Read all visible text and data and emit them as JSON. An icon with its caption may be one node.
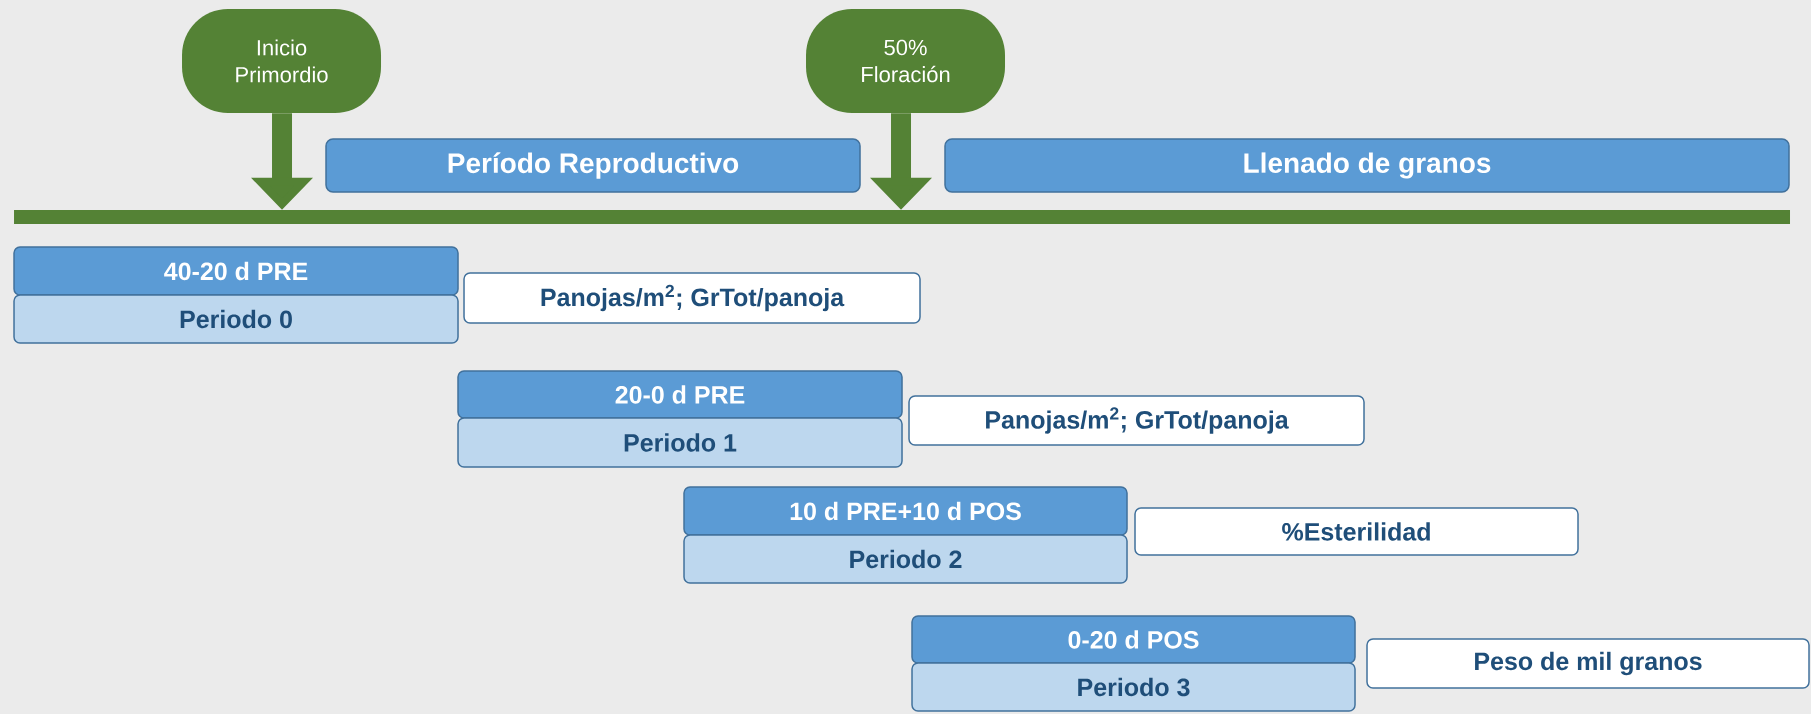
{
  "diagram": {
    "nodes": [
      {
        "text": [
          "Inicio Primordio"
        ]
      },
      {
        "text": [
          "50% Floración"
        ]
      },
      {
        "text": [
          "Período Reproductivo"
        ]
      },
      {
        "text": [
          "Llenado de granos"
        ]
      },
      {
        "text": [],
        "shape": "bar"
      },
      {
        "text": [
          "40-20 d PRE"
        ]
      },
      {
        "text": [
          "Periodo 0"
        ]
      },
      {
        "text": [
          "Panojas/m$^{2}$; GrTot/panoja"
        ]
      },
      {
        "text": [
          "20-0 d PRE"
        ]
      },
      {
        "text": [
          "Periodo 1"
        ]
      },
      {
        "text": [
          "Panojas/m$^{2}$; GrTot/panoja"
        ]
      },
      {
        "text": [
          "10 d PRE+10 d POS"
        ]
      },
      {
        "text": [
          "Periodo 2"
        ]
      },
      {
        "text": [
          "%Esterilidad"
        ]
      },
      {
        "text": [
          "0-20 d POS"
        ]
      },
      {
        "text": [
          "Periodo 3"
        ]
      },
      {
        "text": [
          "Peso de mil granos"
        ]
      }
    ],
    "edges": [
      {
        "from": 0,
        "to": 4,
        "arrow": "to"
      },
      {
        "from": 1,
        "to": 4,
        "arrow": "to"
      }
    ]
  }
}
